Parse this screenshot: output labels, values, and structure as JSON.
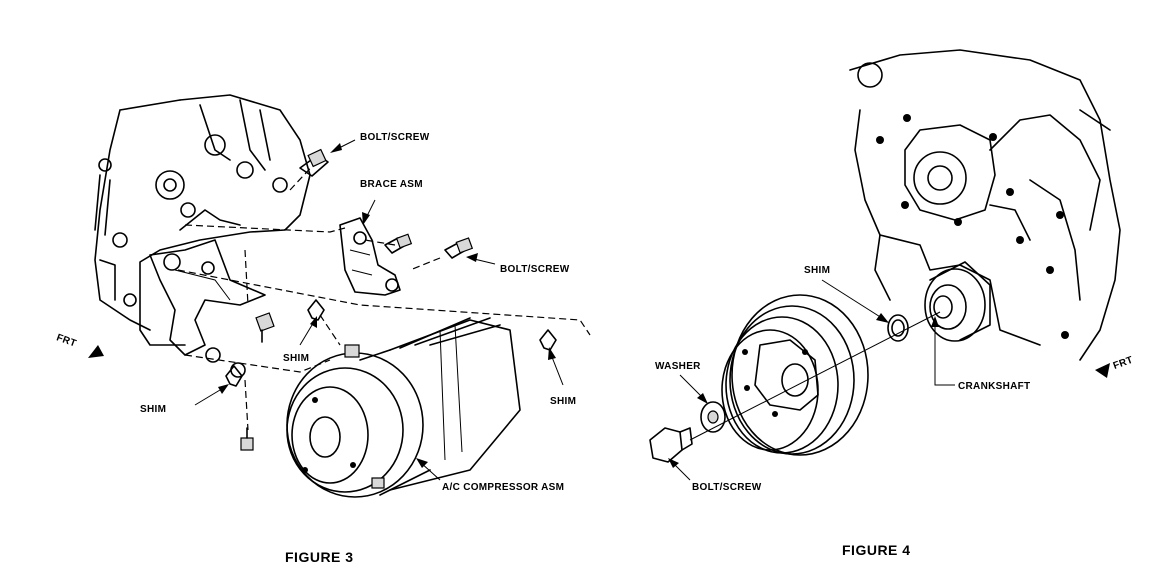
{
  "figure3": {
    "caption": "FIGURE 3",
    "labels": {
      "bolt_screw_top": "BOLT/SCREW",
      "brace_asm": "BRACE ASM",
      "bolt_screw_right": "BOLT/SCREW",
      "frt": "FRT",
      "shim_center": "SHIM",
      "shim_left": "SHIM",
      "shim_right": "SHIM",
      "ac_compressor_asm": "A/C COMPRESSOR ASM"
    }
  },
  "figure4": {
    "caption": "FIGURE 4",
    "labels": {
      "shim": "SHIM",
      "washer": "WASHER",
      "crankshaft": "CRANKSHAFT",
      "bolt_screw": "BOLT/SCREW",
      "frt": "FRT"
    }
  }
}
